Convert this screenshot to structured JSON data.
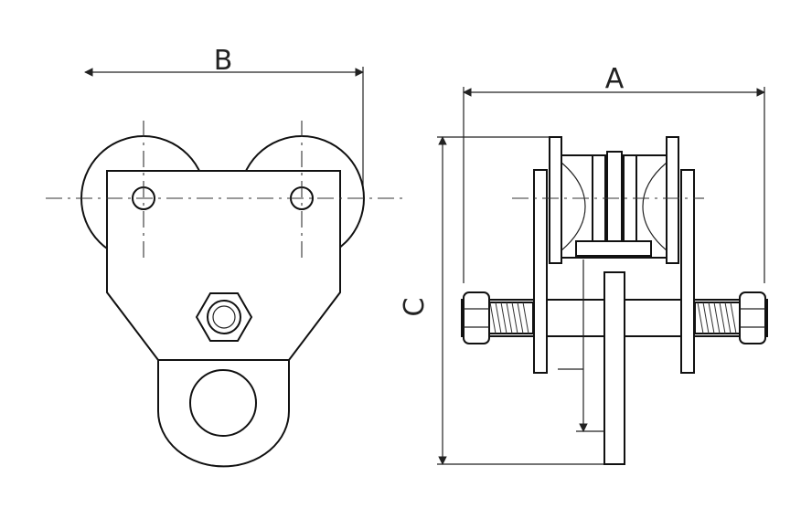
{
  "diagram": {
    "front_view": {
      "dimension_label": "B"
    },
    "side_view": {
      "width_label": "A",
      "height_label": "C"
    }
  }
}
